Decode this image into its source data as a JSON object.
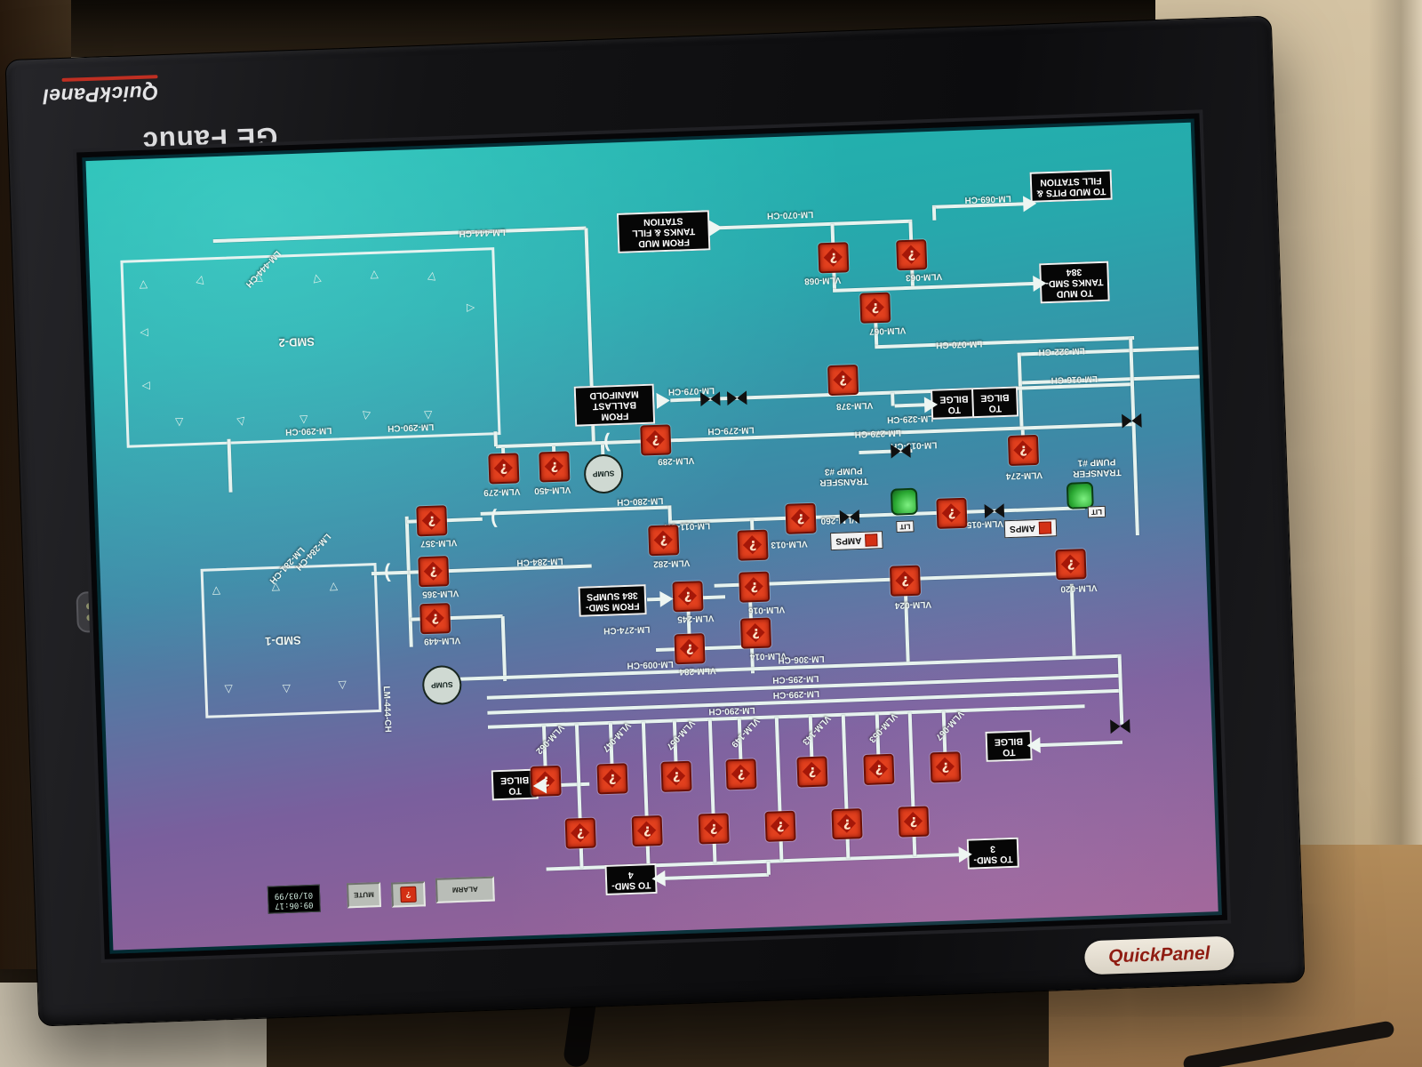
{
  "device": {
    "brand": "QuickPanel",
    "manufacturer": "GE Fanuc",
    "logo": "QuickPanel"
  },
  "screen": {
    "labels": {
      "from_mud_tanks": "FROM MUD TANKS & FILL STATION",
      "to_mud_pits": "TO MUD PITS & FILL STATION",
      "to_mud_tanks_smd384": "TO MUD TANKS SMD-384",
      "to_bilge": "TO BILGE",
      "from_ballast_manifold": "FROM BALLAST MANIFOLD",
      "from_smd384_sumps": "FROM SMD-384 SUMPS",
      "to_smd3": "TO SMD-3",
      "to_smd4": "TO SMD-4"
    },
    "rooms": {
      "smd2": "SMD-2",
      "smd1": "SMD-1"
    },
    "sump": "SUMP",
    "pumps": {
      "p3": "TRANSFER PUMP #3",
      "p1": "TRANSFER PUMP #1",
      "amps": "AMPS",
      "lit": "LIT"
    },
    "valves": [
      "VLM-068",
      "VLM-063",
      "VLM-067",
      "VLM-378",
      "VLM-289",
      "VLM-450",
      "VLM-279",
      "VLM-357",
      "VLM-365",
      "VLM-449",
      "VLM-282",
      "VLM-260",
      "VLM-013",
      "VLM-015",
      "VLM-274",
      "VLM-016",
      "VLM-014",
      "VLM-245",
      "VLM-284",
      "VLM-024",
      "VLM-020"
    ],
    "bottom_row_valves": [
      "VLM-062",
      "VLM-047",
      "VLM-057",
      "VLM-149",
      "VLM-143",
      "VLM-053",
      "VLM-067"
    ],
    "line_labels": [
      "LM-444-CH",
      "LM-444-CH",
      "LM-444-CH",
      "LM-290-CH",
      "LM-290-CH",
      "LM-070-CH",
      "LM-069-CH",
      "LM-070-CH",
      "LM-322-CH",
      "LM-016-CH",
      "LM-079-CH",
      "LM-279-CH",
      "LM-279-CH",
      "LM-329-CH",
      "LM-013-CH",
      "LM-280-CH",
      "LM-011-CH",
      "LM-284-CH",
      "LM-281-CH",
      "LM-284-CH",
      "LM-274-CH",
      "LM-009-CH",
      "LM-306-CH",
      "LM-295-CH",
      "LM-299-CH",
      "LM-290-CH"
    ],
    "status_bar": {
      "time": "09:06:17",
      "date": "01/03/99",
      "mute": "MUTE",
      "alarm": "ALARM"
    }
  },
  "colors": {
    "screen_gradient_top": "#1fb6ae",
    "screen_gradient_bottom": "#9d6397",
    "valve_red": "#e2401e",
    "pump_green": "#2aa832",
    "pipe_white": "#e7f3ef",
    "label_bg": "#060606",
    "bezel_black": "#141416",
    "wall_beige": "#c6b291"
  }
}
